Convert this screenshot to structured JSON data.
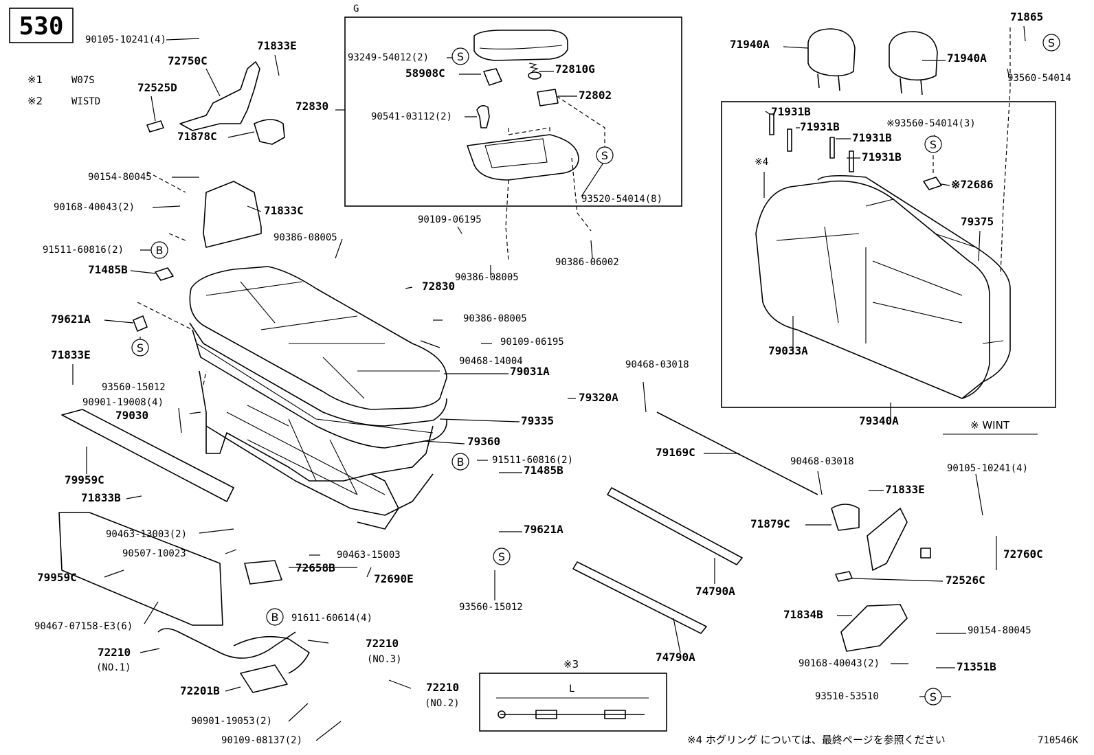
{
  "header": {
    "code": "530"
  },
  "group_box": {
    "label": "G"
  },
  "legend": {
    "notes": [
      {
        "mark": "※1",
        "text": "W07S"
      },
      {
        "mark": "※2",
        "text": "WISTD"
      }
    ],
    "wint": "※ WINT",
    "footnote": "※4 ホグリング については、最終ページを参照ください",
    "drawing_id": "710546K"
  },
  "inset": {
    "mark": "※3",
    "length_label": "L"
  },
  "symbols": {
    "s": "S",
    "b": "B"
  },
  "labels": [
    {
      "id": "p1",
      "text": "90105-10241(4)",
      "small": true
    },
    {
      "id": "p2",
      "text": "71833E"
    },
    {
      "id": "p3",
      "text": "72750C"
    },
    {
      "id": "p4",
      "text": "72525D"
    },
    {
      "id": "p5",
      "text": "71878C"
    },
    {
      "id": "p6",
      "text": "90154-80045",
      "small": true
    },
    {
      "id": "p7",
      "text": "90168-40043(2)",
      "small": true
    },
    {
      "id": "p8",
      "text": "71833C"
    },
    {
      "id": "p9",
      "text": "91511-60816(2)",
      "small": true
    },
    {
      "id": "p10",
      "text": "71485B"
    },
    {
      "id": "p11",
      "text": "79621A"
    },
    {
      "id": "p12",
      "text": "71833E"
    },
    {
      "id": "p13",
      "text": "93560-15012",
      "small": true
    },
    {
      "id": "p14",
      "text": "90901-19008(4)",
      "small": true
    },
    {
      "id": "p15",
      "text": "79030"
    },
    {
      "id": "p16",
      "text": "79959C"
    },
    {
      "id": "p17",
      "text": "71833B"
    },
    {
      "id": "p18",
      "text": "90463-13003(2)",
      "small": true
    },
    {
      "id": "p19",
      "text": "90507-10023",
      "small": true
    },
    {
      "id": "p20",
      "text": "79959C"
    },
    {
      "id": "p21",
      "text": "90467-07158-E3(6)",
      "small": true
    },
    {
      "id": "p22",
      "text": "72210"
    },
    {
      "id": "p23",
      "text": "(NO.1)",
      "small": true
    },
    {
      "id": "p24",
      "text": "72201B"
    },
    {
      "id": "p25",
      "text": "90901-19053(2)",
      "small": true
    },
    {
      "id": "p26",
      "text": "90109-08137(2)",
      "small": true
    },
    {
      "id": "p27",
      "text": "72210"
    },
    {
      "id": "p28",
      "text": "(NO.3)",
      "small": true
    },
    {
      "id": "p29",
      "text": "72210"
    },
    {
      "id": "p30",
      "text": "(NO.2)",
      "small": true
    },
    {
      "id": "p31",
      "text": "90463-15003",
      "small": true
    },
    {
      "id": "p32",
      "text": "72658B"
    },
    {
      "id": "p33",
      "text": "72690E"
    },
    {
      "id": "p34",
      "text": "91611-60614(4)",
      "small": true
    },
    {
      "id": "p35",
      "text": "93249-54012(2)",
      "small": true
    },
    {
      "id": "p36",
      "text": "58908C"
    },
    {
      "id": "p37",
      "text": "72810G"
    },
    {
      "id": "p38",
      "text": "72802"
    },
    {
      "id": "p39",
      "text": "72830"
    },
    {
      "id": "p40",
      "text": "90541-03112(2)",
      "small": true
    },
    {
      "id": "p41",
      "text": "93520-54014(8)",
      "small": true
    },
    {
      "id": "p42",
      "text": "90109-06195",
      "small": true
    },
    {
      "id": "p43",
      "text": "90386-08005",
      "small": true
    },
    {
      "id": "p44",
      "text": "90386-08005",
      "small": true
    },
    {
      "id": "p45",
      "text": "90386-06002",
      "small": true
    },
    {
      "id": "p46",
      "text": "72830"
    },
    {
      "id": "p47",
      "text": "90386-08005",
      "small": true
    },
    {
      "id": "p48",
      "text": "90109-06195",
      "small": true
    },
    {
      "id": "p49",
      "text": "90468-14004",
      "small": true
    },
    {
      "id": "p50",
      "text": "79031A"
    },
    {
      "id": "p51",
      "text": "79320A"
    },
    {
      "id": "p52",
      "text": "79335"
    },
    {
      "id": "p53",
      "text": "79360"
    },
    {
      "id": "p54",
      "text": "91511-60816(2)",
      "small": true
    },
    {
      "id": "p55",
      "text": "71485B"
    },
    {
      "id": "p56",
      "text": "79621A"
    },
    {
      "id": "p57",
      "text": "93560-15012",
      "small": true
    },
    {
      "id": "p58",
      "text": "90468-03018",
      "small": true
    },
    {
      "id": "p59",
      "text": "79169C"
    },
    {
      "id": "p60",
      "text": "90468-03018",
      "small": true
    },
    {
      "id": "p61",
      "text": "74790A"
    },
    {
      "id": "p62",
      "text": "74790A"
    },
    {
      "id": "p63",
      "text": "71940A"
    },
    {
      "id": "p64",
      "text": "71940A"
    },
    {
      "id": "p65",
      "text": "71865"
    },
    {
      "id": "p66",
      "text": "93560-54014",
      "small": true
    },
    {
      "id": "p67",
      "text": "71931B"
    },
    {
      "id": "p68",
      "text": "71931B"
    },
    {
      "id": "p69",
      "text": "71931B"
    },
    {
      "id": "p70",
      "text": "71931B"
    },
    {
      "id": "p71",
      "text": "※93560-54014(3)",
      "small": true
    },
    {
      "id": "p72",
      "text": "※4",
      "small": true
    },
    {
      "id": "p73",
      "text": "※72686"
    },
    {
      "id": "p74",
      "text": "79375"
    },
    {
      "id": "p75",
      "text": "79033A"
    },
    {
      "id": "p76",
      "text": "79340A"
    },
    {
      "id": "p77",
      "text": "90105-10241(4)",
      "small": true
    },
    {
      "id": "p78",
      "text": "71833E"
    },
    {
      "id": "p79",
      "text": "71879C"
    },
    {
      "id": "p80",
      "text": "72760C"
    },
    {
      "id": "p81",
      "text": "72526C"
    },
    {
      "id": "p82",
      "text": "71834B"
    },
    {
      "id": "p83",
      "text": "90154-80045",
      "small": true
    },
    {
      "id": "p84",
      "text": "90168-40043(2)",
      "small": true
    },
    {
      "id": "p85",
      "text": "71351B"
    },
    {
      "id": "p86",
      "text": "93510-53510",
      "small": true
    }
  ]
}
